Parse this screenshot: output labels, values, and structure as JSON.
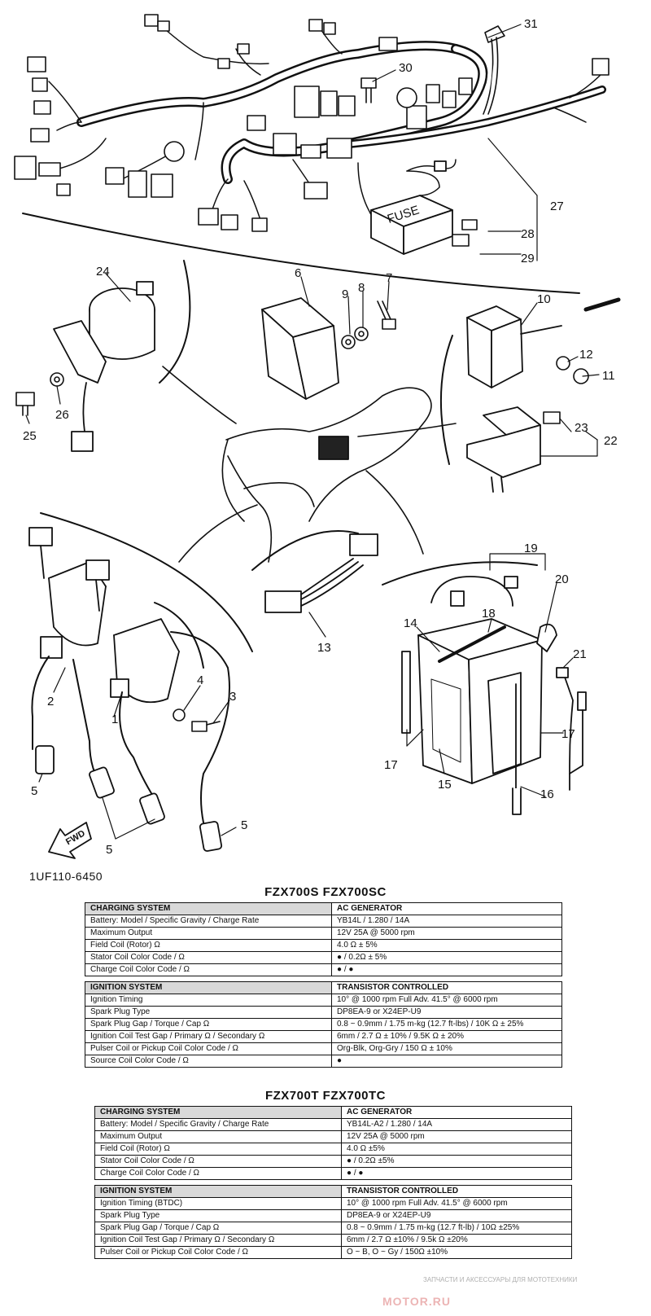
{
  "diagram": {
    "part_code": "1UF110-6450",
    "fwd_label": "FWD",
    "fuse_label": "FUSE",
    "callouts": [
      "1",
      "2",
      "3",
      "4",
      "5",
      "5",
      "5",
      "6",
      "7",
      "8",
      "9",
      "10",
      "11",
      "12",
      "13",
      "14",
      "15",
      "16",
      "17",
      "17",
      "18",
      "19",
      "20",
      "21",
      "22",
      "23",
      "24",
      "25",
      "26",
      "27",
      "28",
      "29",
      "30",
      "31"
    ]
  },
  "spec_sheets": [
    {
      "title": "FZX700S   FZX700SC",
      "sections": [
        {
          "header": "CHARGING SYSTEM",
          "header_value": "AC Generator",
          "rows": [
            [
              "Battery: Model / Specific Gravity / Charge Rate",
              "YB14L / 1.280 / 14A"
            ],
            [
              "Maximum Output",
              "12V 25A @ 5000 rpm"
            ],
            [
              "Field Coil (Rotor) Ω",
              "4.0 Ω ± 5%"
            ],
            [
              "Stator Coil Color Code / Ω",
              "● / 0.2Ω ± 5%"
            ],
            [
              "Charge Coil Color Code / Ω",
              "● / ●"
            ]
          ]
        },
        {
          "header": "IGNITION SYSTEM",
          "header_value": "Transistor Controlled",
          "rows": [
            [
              "Ignition Timing",
              "10° @ 1000 rpm Full Adv. 41.5° @ 6000 rpm"
            ],
            [
              "Spark Plug Type",
              "DP8EA-9 or X24EP-U9"
            ],
            [
              "Spark Plug Gap / Torque / Cap Ω",
              "0.8 ~ 0.9mm / 1.75 m-kg (12.7 ft-lbs) / 10K Ω ± 25%"
            ],
            [
              "Ignition Coil Test Gap / Primary Ω / Secondary Ω",
              "6mm / 2.7 Ω ± 10% / 9.5K Ω ± 20%"
            ],
            [
              "Pulser Coil or Pickup Coil Color Code / Ω",
              "Org-Blk, Org-Gry / 150 Ω ± 10%"
            ],
            [
              "Source Coil Color Code / Ω",
              "●"
            ]
          ]
        }
      ]
    },
    {
      "title": "FZX700T  FZX700TC",
      "sections": [
        {
          "header": "CHARGING SYSTEM",
          "header_value": "AC Generator",
          "rows": [
            [
              "Battery: Model / Specific Gravity / Charge Rate",
              "YB14L-A2 / 1.280 / 14A"
            ],
            [
              "Maximum Output",
              "12V 25A @ 5000 rpm"
            ],
            [
              "Field Coil (Rotor) Ω",
              "4.0 Ω ±5%"
            ],
            [
              "Stator Coil Color Code / Ω",
              "● / 0.2Ω ±5%"
            ],
            [
              "Charge Coil Color Code / Ω",
              "● / ●"
            ]
          ]
        },
        {
          "header": "IGNITION SYSTEM",
          "header_value": "Transistor Controlled",
          "rows": [
            [
              "Ignition Timing (BTDC)",
              "10° @ 1000 rpm Full Adv. 41.5° @ 6000 rpm"
            ],
            [
              "Spark Plug Type",
              "DP8EA-9 or X24EP-U9"
            ],
            [
              "Spark Plug Gap / Torque / Cap Ω",
              "0.8 ~ 0.9mm / 1.75 m-kg (12.7 ft-lb) / 10Ω ±25%"
            ],
            [
              "Ignition Coil Test Gap / Primary Ω / Secondary Ω",
              "6mm / 2.7 Ω ±10% / 9.5k Ω ±20%"
            ],
            [
              "Pulser Coil or Pickup Coil Color Code / Ω",
              "O ~ B, O ~ Gy / 150Ω ±10%"
            ]
          ]
        }
      ]
    }
  ],
  "watermark": {
    "small": "ЗАПЧАСТИ И АКСЕССУАРЫ ДЛЯ МОТОТЕХНИКИ",
    "site": "MOTOR.RU"
  }
}
